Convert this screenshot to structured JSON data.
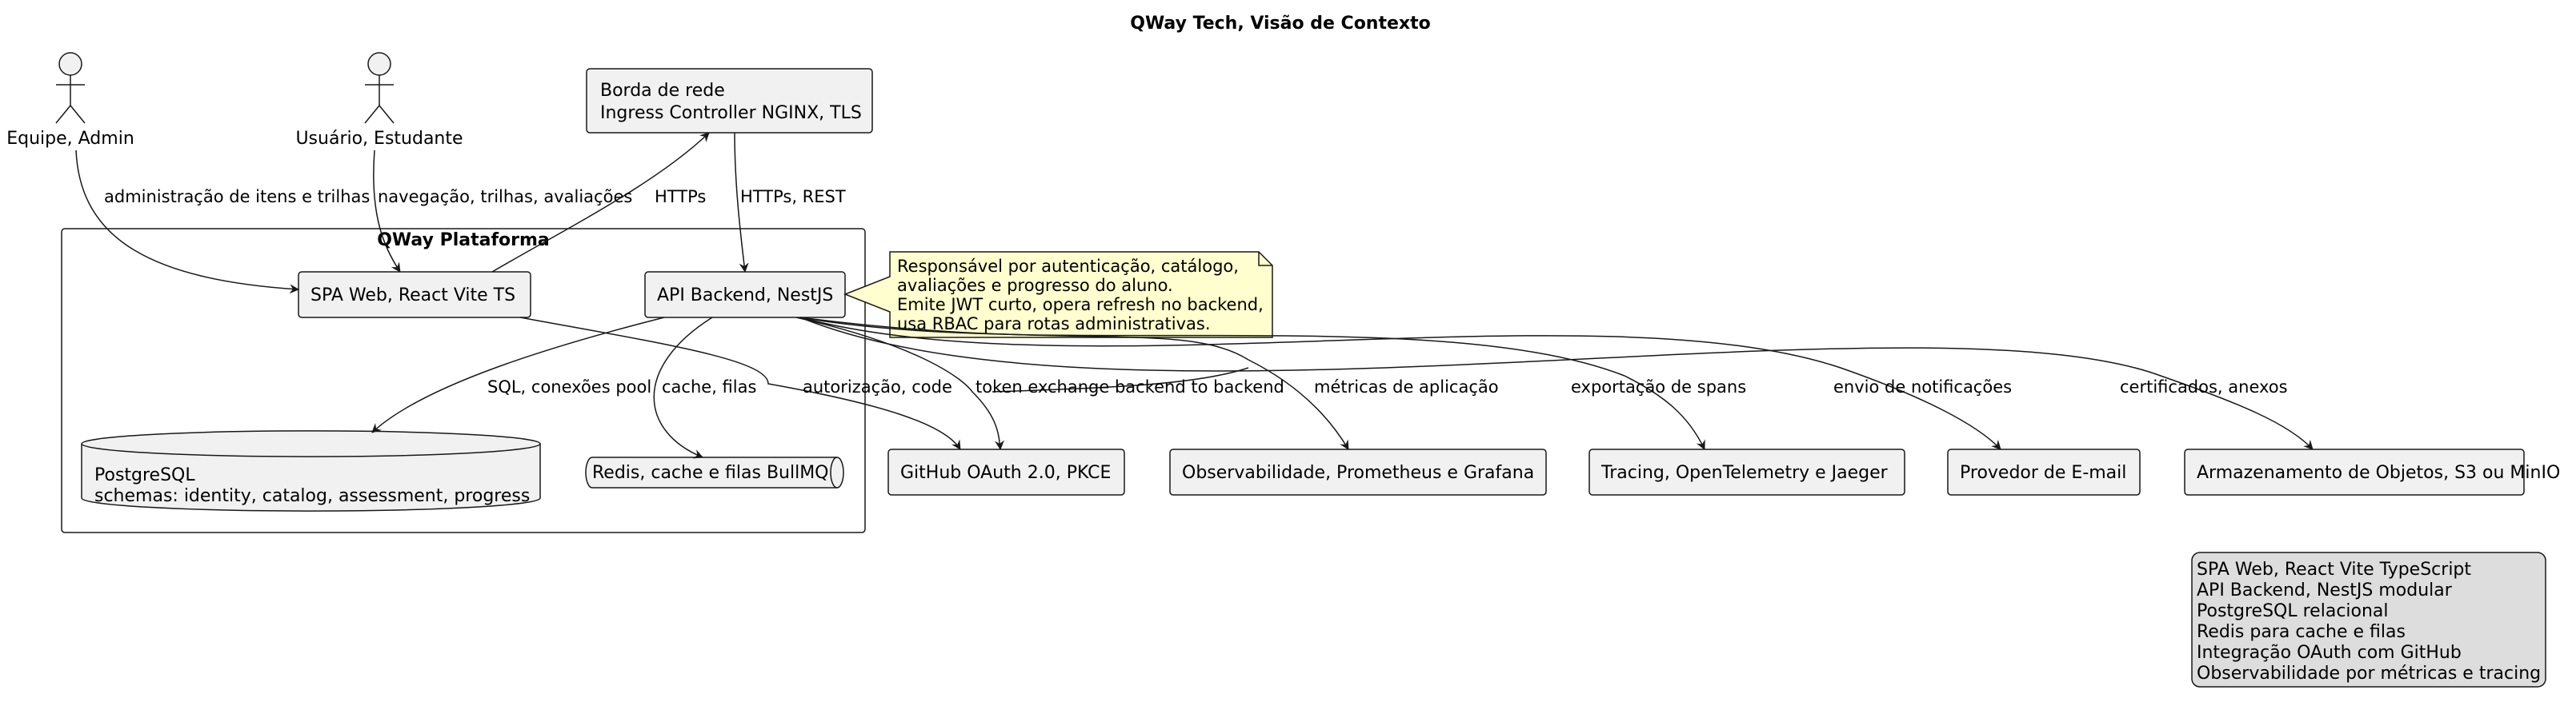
{
  "title": "QWay Tech, Visão de Contexto",
  "actors": {
    "admin": "Equipe, Admin",
    "student": "Usuário, Estudante"
  },
  "nodes": {
    "edge": [
      "Borda de rede",
      "Ingress Controller NGINX, TLS"
    ],
    "platform": "QWay Plataforma",
    "spa": "SPA Web, React Vite TS",
    "api": "API Backend, NestJS",
    "postgres": [
      "PostgreSQL",
      "schemas: identity, catalog, assessment, progress"
    ],
    "redis": "Redis, cache e filas BullMQ",
    "github": "GitHub OAuth 2.0, PKCE",
    "observability": "Observabilidade, Prometheus e Grafana",
    "tracing": "Tracing, OpenTelemetry e Jaeger",
    "email": "Provedor de E-mail",
    "storage": "Armazenamento de Objetos, S3 ou MinIO"
  },
  "note": [
    "Responsável por autenticação, catálogo,",
    "avaliações e progresso do aluno.",
    "Emite JWT curto, opera refresh no backend,",
    "usa RBAC para rotas administrativas."
  ],
  "edges": {
    "admin_spa": "administração de itens e trilhas",
    "student_spa": "navegação, trilhas, avaliações",
    "spa_edge": "HTTPs",
    "edge_api": "HTTPs, REST",
    "api_postgres": "SQL, conexões pool",
    "api_redis": "cache, filas",
    "spa_github": "autorização, code",
    "api_github": "token exchange backend to backend",
    "api_observability": "métricas de aplicação",
    "api_tracing": "exportação de spans",
    "api_email": "envio de notificações",
    "api_storage": "certificados, anexos"
  },
  "legend": [
    "SPA Web, React Vite TypeScript",
    "API Backend, NestJS modular",
    "PostgreSQL relacional",
    "Redis para cache e filas",
    "Integração OAuth com GitHub",
    "Observabilidade por métricas e tracing"
  ]
}
